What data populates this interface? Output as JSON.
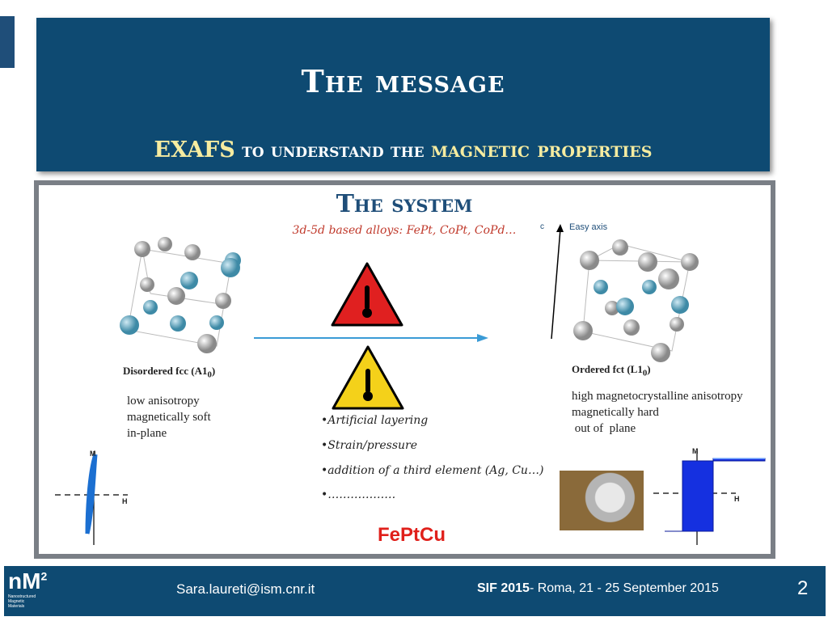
{
  "header": {
    "title": "The message",
    "subtitle_highlight_1": "EXAFS",
    "subtitle_plain": " to understand the ",
    "subtitle_highlight_2": "magnetic properties"
  },
  "system": {
    "title": "The system",
    "subtitle": "3d-5d based alloys: FePt, CoPt, CoPd…"
  },
  "left": {
    "label": "Disordered fcc (A1",
    "label_sub": "0",
    "label_end": ")",
    "lines": [
      "low anisotropy",
      "magnetically soft",
      "in-plane"
    ],
    "loop_m": "M",
    "loop_h": "H"
  },
  "right": {
    "label": "Ordered fct (L1",
    "label_sub": "0",
    "label_end": ")",
    "lines": [
      "high magnetocrystalline anisotropy",
      "magnetically hard",
      " out of  plane"
    ],
    "axis_c": "c",
    "easy_axis": "Easy axis",
    "loop_m": "M",
    "loop_h": "H"
  },
  "middle": {
    "bullets": [
      "•Artificial layering",
      "•Strain/pressure",
      "•addition of a third element (Ag, Cu…)",
      "•………………"
    ],
    "highlight": "FePtCu"
  },
  "footer": {
    "logo_main": "nM",
    "logo_sup": "2",
    "logo_small": "Nanostructured Magnetic Materials",
    "email": "Sara.laureti@ism.cnr.it",
    "conf_bold": "SIF 2015",
    "conf_rest": "- Roma, 21 - 25 September 2015",
    "page": "2"
  },
  "colors": {
    "header_bg": "#0e4a72",
    "subtitle_highlight": "#f6eca0",
    "accent_red": "#e0201b",
    "frame": "#7a7f86"
  }
}
